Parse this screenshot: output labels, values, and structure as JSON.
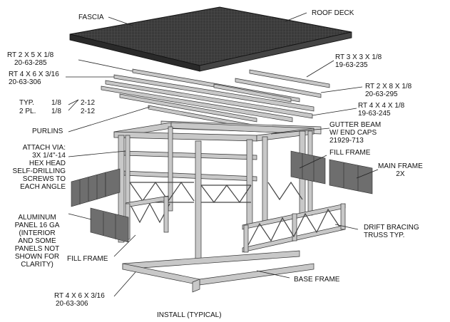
{
  "labels": {
    "fascia": "FASCIA",
    "roof_deck": "ROOF DECK",
    "rt_2x5_line1": "RT 2 X 5 X 1/8",
    "rt_2x5_line2": "20-63-285",
    "rt_4x6_top_line1": "RT 4 X 6 X 3/16",
    "rt_4x6_top_line2": "20-63-306",
    "rt_3x3_line1": "RT 3 X 3 X 1/8",
    "rt_3x3_line2": "19-63-235",
    "rt_2x8_line1": "RT 2 X 8 X 1/8",
    "rt_2x8_line2": "20-63-295",
    "rt_4x4_line1": "RT 4 X 4 X 1/8",
    "rt_4x4_line2": "19-63-245",
    "typ": "TYP.",
    "two_pl": "2 PL.",
    "weld_a": "1/8",
    "weld_b": "1/8",
    "weld_c": "2-12",
    "weld_d": "2-12",
    "purlins": "PURLINS",
    "gutter_line1": "GUTTER BEAM",
    "gutter_line2": "W/ END CAPS",
    "gutter_line3": "21929-713",
    "attach_lines": [
      "ATTACH VIA:",
      "3X 1/4\"-14",
      "HEX HEAD",
      "SELF-DRILLING",
      "SCREWS TO",
      "EACH ANGLE"
    ],
    "fill_frame_right": "FILL FRAME",
    "main_frame_line1": "MAIN FRAME",
    "main_frame_line2": "2X",
    "aluminum_lines": [
      "ALUMINUM",
      "PANEL 16 GA",
      "(INTERIOR",
      "AND SOME",
      "PANELS NOT",
      "SHOWN FOR",
      "CLARITY)"
    ],
    "drift_line1": "DRIFT BRACING",
    "drift_line2": "TRUSS TYP.",
    "fill_frame_left": "FILL FRAME",
    "base_frame": "BASE FRAME",
    "rt_4x6_bottom_line1": "RT 4 X 6 X 3/16",
    "rt_4x6_bottom_line2": "20-63-306",
    "caption": "INSTALL (TYPICAL)"
  },
  "colors": {
    "roof_deck": "#3a3a3a",
    "steel_face": "#c8c8c8",
    "steel_edge": "#8f8f8f",
    "panel": "#6e6e6e",
    "line": "#1a1a1a"
  }
}
